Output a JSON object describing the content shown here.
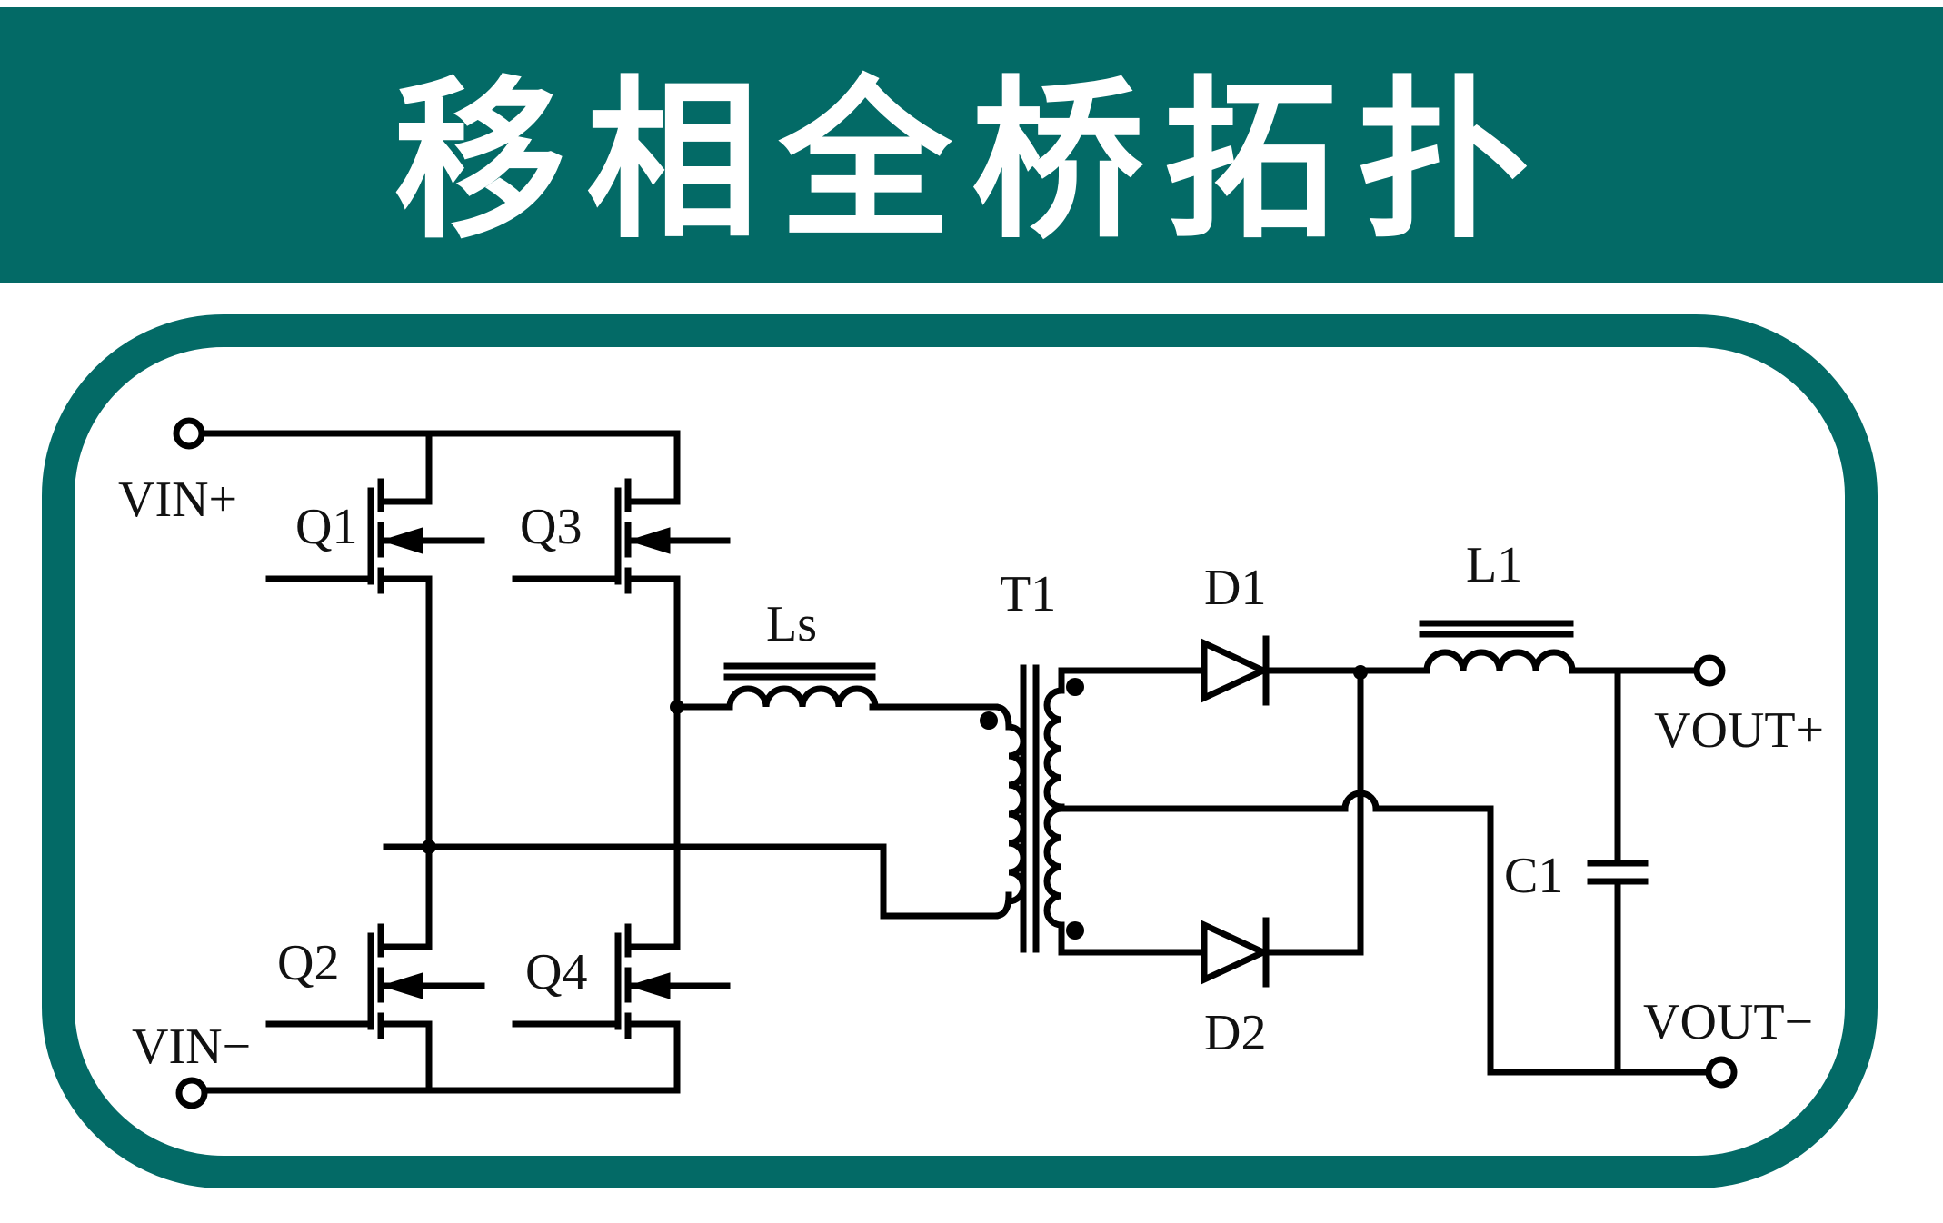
{
  "title": "移相全桥拓扑",
  "labels": {
    "vin_plus": "VIN+",
    "vin_minus": "VIN−",
    "q1": "Q1",
    "q2": "Q2",
    "q3": "Q3",
    "q4": "Q4",
    "ls": "Ls",
    "t1": "T1",
    "d1": "D1",
    "d2": "D2",
    "l1": "L1",
    "c1": "C1",
    "vout_plus": "VOUT+",
    "vout_minus": "VOUT−"
  },
  "colors": {
    "banner": "#036a66",
    "frame": "#036a66",
    "wire": "#000000"
  }
}
